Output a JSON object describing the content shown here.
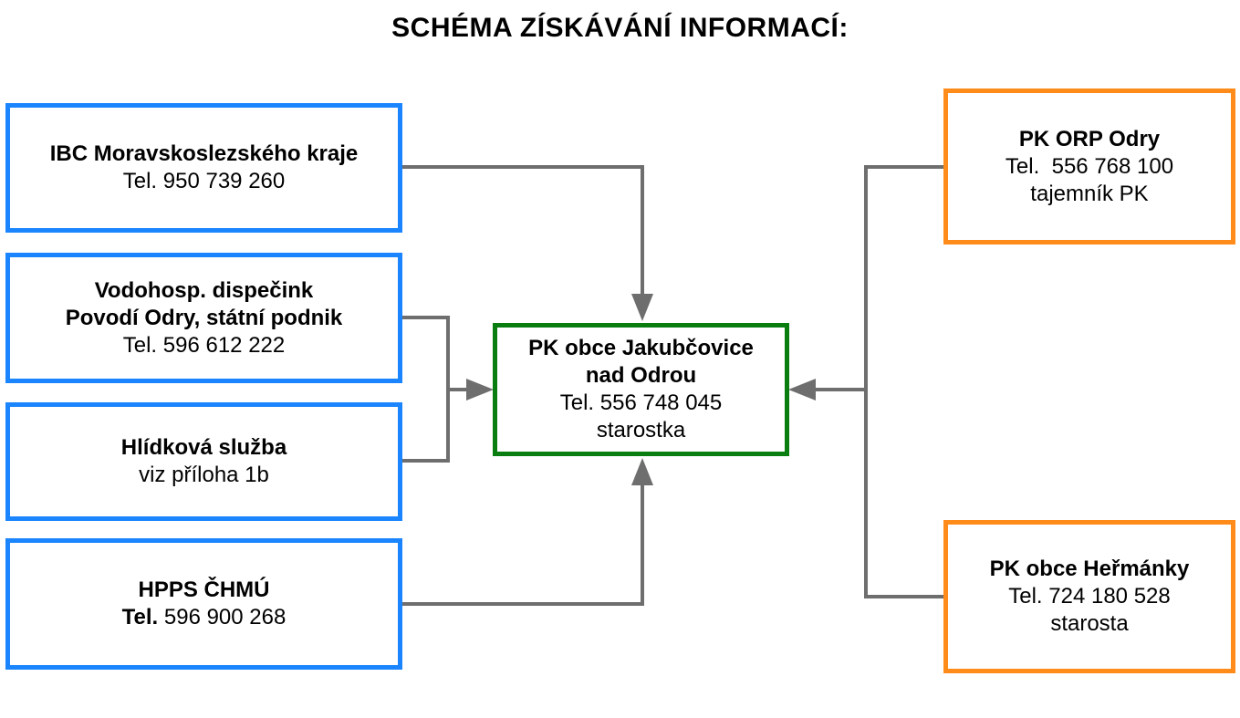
{
  "title": "SCHÉMA ZÍSKÁVÁNÍ INFORMACÍ:",
  "colors": {
    "left_border": "#1a85ff",
    "right_border": "#ff8c1a",
    "center_border": "#0a7d10",
    "connector": "#6e6e6e"
  },
  "center": {
    "name_line1": "PK obce Jakubčovice",
    "name_line2": "nad Odrou",
    "phone": "Tel. 556 748 045",
    "role": "starostka"
  },
  "left": {
    "ibc": {
      "name": "IBC Moravskoslezského kraje",
      "phone": "Tel. 950 739 260"
    },
    "vodohosp": {
      "name_line1": "Vodohosp. dispečink",
      "name_line2": "Povodí Odry, státní podnik",
      "phone": "Tel. 596 612 222"
    },
    "hlidkova": {
      "name": "Hlídková služba",
      "note": "viz příloha 1b"
    },
    "hpps": {
      "name": "HPPS ČHMÚ",
      "phone_label": "Tel.",
      "phone_number": "596 900 268"
    }
  },
  "right": {
    "orp": {
      "name": "PK ORP Odry",
      "phone": "Tel.  556 768 100",
      "role": "tajemník PK"
    },
    "hermanky": {
      "name": "PK obce Heřmánky",
      "phone": "Tel. 724 180 528",
      "role": "starosta"
    }
  }
}
